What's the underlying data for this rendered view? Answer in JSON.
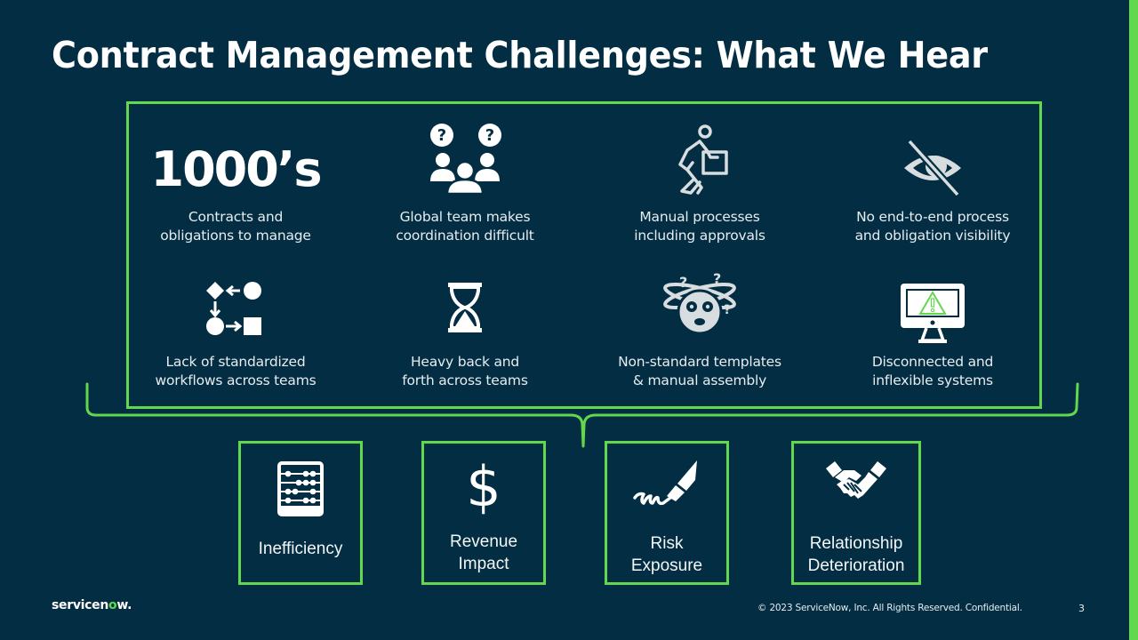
{
  "slide": {
    "title": "Contract Management Challenges: What We Hear",
    "page_number": "3",
    "background_color": "#032d42",
    "accent_color": "#62d84e"
  },
  "challenges": [
    {
      "kind": "number",
      "value": "1000’s",
      "line1": "Contracts and",
      "line2": "obligations to manage"
    },
    {
      "icon": "team-questions-icon",
      "line1": "Global team makes",
      "line2": "coordination difficult"
    },
    {
      "icon": "person-carrying-box-icon",
      "line1": "Manual processes",
      "line2": "including approvals"
    },
    {
      "icon": "eye-slash-icon",
      "line1": "No end-to-end process",
      "line2": "and obligation visibility"
    },
    {
      "icon": "workflow-shapes-icon",
      "line1": "Lack of standardized",
      "line2": "workflows across teams"
    },
    {
      "icon": "hourglass-icon",
      "line1": "Heavy back and",
      "line2": "forth across teams"
    },
    {
      "icon": "confused-face-icon",
      "line1": "Non-standard templates",
      "line2": "& manual assembly"
    },
    {
      "icon": "monitor-warning-icon",
      "line1": "Disconnected and",
      "line2": "inflexible systems"
    }
  ],
  "impacts": [
    {
      "icon": "abacus-icon",
      "line1": "Inefficiency",
      "line2": ""
    },
    {
      "icon": "dollar-icon",
      "line1": "Revenue",
      "line2": "Impact"
    },
    {
      "icon": "pen-signature-icon",
      "line1": "Risk",
      "line2": "Exposure"
    },
    {
      "icon": "handshake-icon",
      "line1": "Relationship",
      "line2": "Deterioration"
    }
  ],
  "footer": {
    "logo_text_a": "servicen",
    "logo_text_o": "o",
    "logo_text_b": "w.",
    "copyright": "© 2023 ServiceNow, Inc. All Rights Reserved. Confidential."
  }
}
